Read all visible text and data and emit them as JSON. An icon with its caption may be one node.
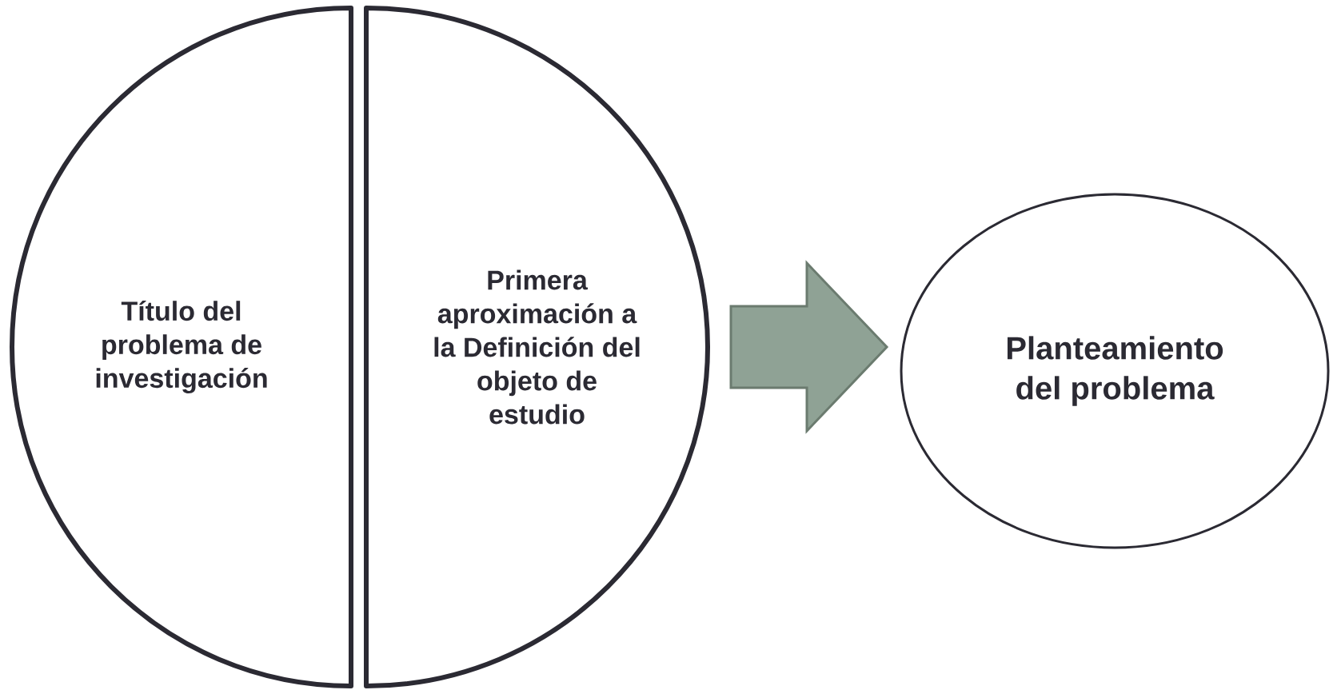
{
  "diagram": {
    "nodes": [
      {
        "text": [
          "Título del problema de investigación"
        ]
      },
      {
        "text": [
          "Primera aproximación a la Definición del objeto de estudio"
        ]
      },
      {
        "text": [
          "Planteamiento del problema"
        ]
      }
    ],
    "edges": [
      {
        "from": 1,
        "to": 2,
        "arrow": "to"
      }
    ]
  }
}
